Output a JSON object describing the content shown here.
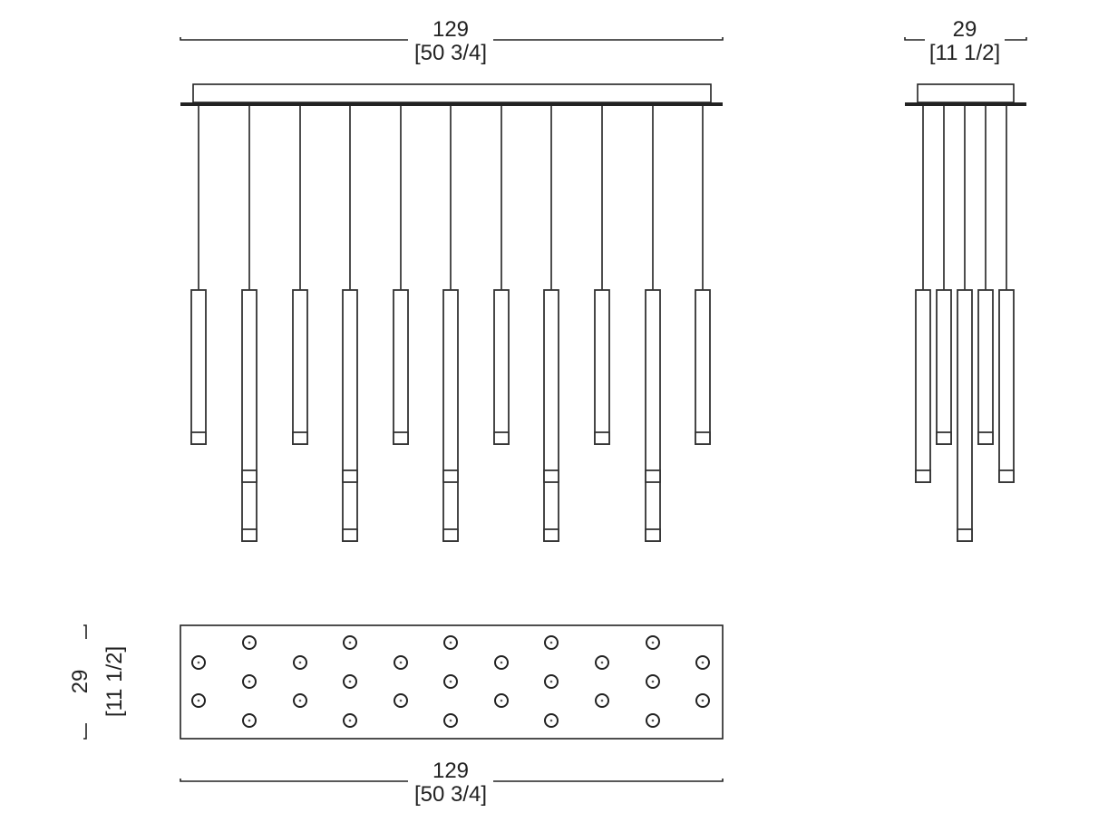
{
  "dimensions": {
    "front_width": {
      "mm": "129",
      "in": "[50 3/4]"
    },
    "side_depth": {
      "mm": "29",
      "in": "[11 1/2]"
    },
    "plan_depth": {
      "mm": "29",
      "in": "[11 1/2]"
    },
    "plan_width": {
      "mm": "129",
      "in": "[50 3/4]"
    }
  },
  "front_view": {
    "pendant_count": 11,
    "pendant_lengths": [
      "short",
      "long",
      "short",
      "long",
      "short",
      "long",
      "short",
      "long",
      "short",
      "long",
      "short"
    ]
  },
  "side_view": {
    "pendant_lengths": [
      "long",
      "short",
      "longest",
      "short",
      "long"
    ]
  },
  "colors": {
    "line": "#222222"
  }
}
